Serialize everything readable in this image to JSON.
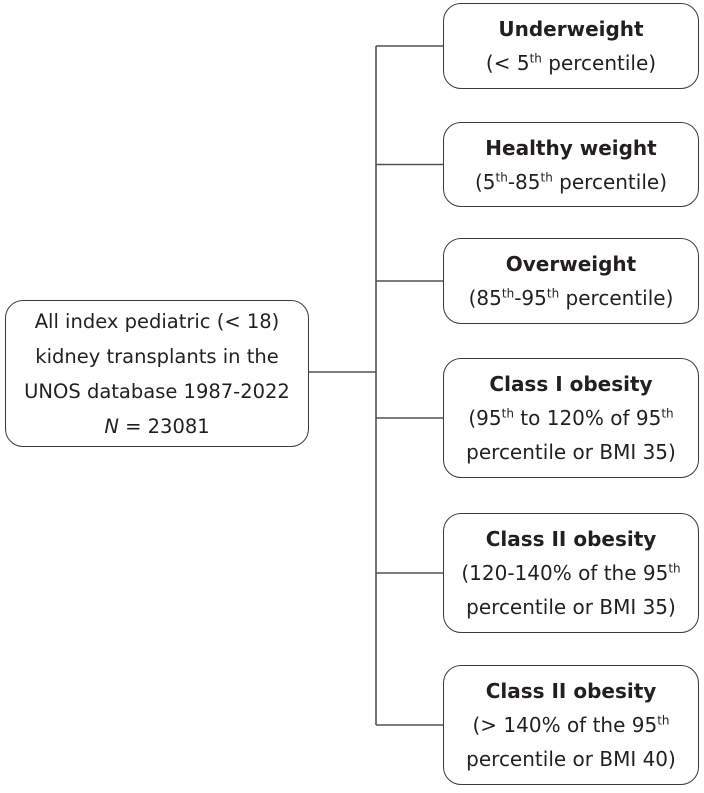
{
  "figure": {
    "type": "flowchart",
    "colors": {
      "line": "#57514d",
      "border": "#3e3a39",
      "text": "#231f20",
      "background": "#ffffff"
    },
    "root": {
      "lines": [
        [
          {
            "t": "All index pediatric (< 18)"
          }
        ],
        [
          {
            "t": "kidney transplants in the"
          }
        ],
        [
          {
            "t": "UNOS database 1987-2022"
          }
        ],
        [
          {
            "t": "N",
            "i": true
          },
          {
            "t": " = 23081"
          }
        ]
      ]
    },
    "categories": [
      {
        "title": "Underweight",
        "subtitle": [
          [
            {
              "t": "(< 5"
            },
            {
              "t": "th",
              "sup": true
            },
            {
              "t": " percentile)"
            }
          ]
        ]
      },
      {
        "title": "Healthy weight",
        "subtitle": [
          [
            {
              "t": "(5"
            },
            {
              "t": "th",
              "sup": true
            },
            {
              "t": "-85"
            },
            {
              "t": "th",
              "sup": true
            },
            {
              "t": " percentile)"
            }
          ]
        ]
      },
      {
        "title": "Overweight",
        "subtitle": [
          [
            {
              "t": "(85"
            },
            {
              "t": "th",
              "sup": true
            },
            {
              "t": "-95"
            },
            {
              "t": "th",
              "sup": true
            },
            {
              "t": " percentile)"
            }
          ]
        ]
      },
      {
        "title": "Class I obesity",
        "subtitle": [
          [
            {
              "t": "(95"
            },
            {
              "t": "th",
              "sup": true
            },
            {
              "t": " to 120% of 95"
            },
            {
              "t": "th",
              "sup": true
            }
          ],
          [
            {
              "t": "percentile or BMI 35)"
            }
          ]
        ]
      },
      {
        "title": "Class II obesity",
        "subtitle": [
          [
            {
              "t": "(120-140% of the 95"
            },
            {
              "t": "th",
              "sup": true
            }
          ],
          [
            {
              "t": "percentile or BMI 35)"
            }
          ]
        ]
      },
      {
        "title": "Class II obesity",
        "subtitle": [
          [
            {
              "t": "(> 140% of the 95"
            },
            {
              "t": "th",
              "sup": true
            }
          ],
          [
            {
              "t": "percentile or BMI 40)"
            }
          ]
        ]
      }
    ]
  }
}
